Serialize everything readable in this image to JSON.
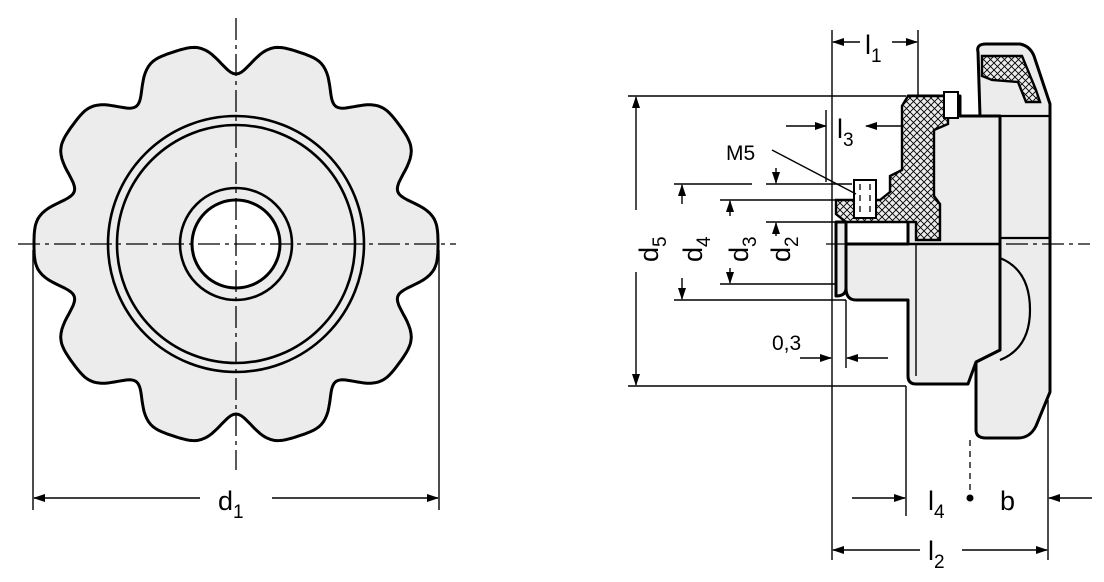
{
  "diagram": {
    "labels": {
      "d1": {
        "main": "d",
        "sub": "1"
      },
      "d2": {
        "main": "d",
        "sub": "2"
      },
      "d3": {
        "main": "d",
        "sub": "3"
      },
      "d4": {
        "main": "d",
        "sub": "4"
      },
      "d5": {
        "main": "d",
        "sub": "5"
      },
      "l1": {
        "main": "l",
        "sub": "1"
      },
      "l2": {
        "main": "l",
        "sub": "2"
      },
      "l3": {
        "main": "l",
        "sub": "3"
      },
      "l4": {
        "main": "l",
        "sub": "4"
      },
      "b": "b",
      "m5": "M5",
      "gap": "0,3"
    },
    "colors": {
      "line": "#000000",
      "fill": "#ececec",
      "background": "#ffffff"
    }
  }
}
